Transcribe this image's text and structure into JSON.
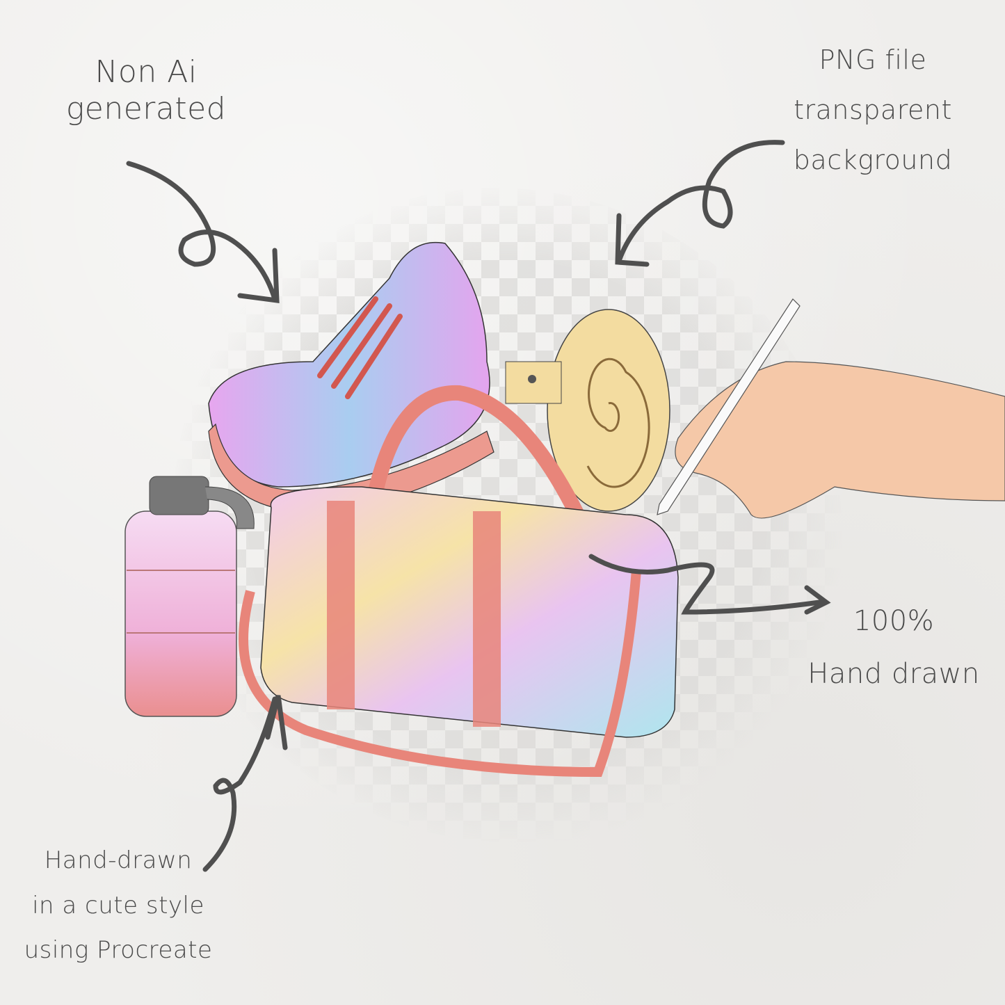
{
  "annotations": {
    "non_ai": [
      "Non Ai",
      "generated"
    ],
    "png": [
      "PNG file",
      "transparent",
      "background"
    ],
    "hand_drawn": [
      "100%",
      "Hand drawn"
    ],
    "procreate": [
      "Hand-drawn",
      "in a cute style",
      "using Procreate"
    ]
  },
  "colors": {
    "background": "#efeeec",
    "ink": "#4a4a4a",
    "strap": "#e8857a",
    "tape": "#f3dca0"
  }
}
